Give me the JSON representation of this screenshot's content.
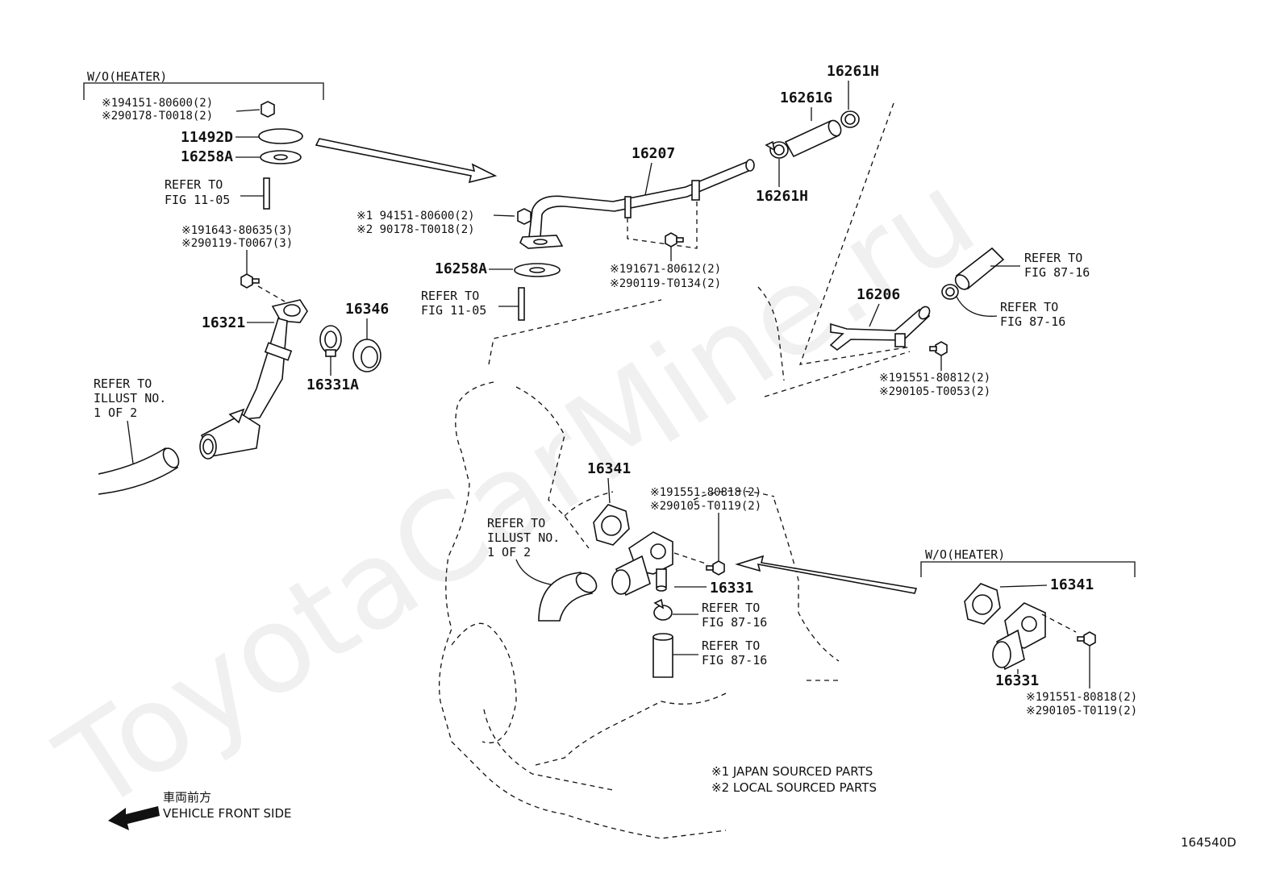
{
  "watermark": "ToyotaCarMine.ru",
  "figure_id": "164540D",
  "direction": {
    "jp": "車両前方",
    "en": "VEHICLE FRONT SIDE"
  },
  "legend": {
    "note1": "※1 JAPAN SOURCED PARTS",
    "note2": "※2 LOCAL SOURCED PARTS"
  },
  "wo_heater_1": "W/O(HEATER)",
  "wo_heater_2": "W/O(HEATER)",
  "parts": {
    "p16261H_top": "16261H",
    "p16261G": "16261G",
    "p16261H_bottom": "16261H",
    "p16207": "16207",
    "p11492D": "11492D",
    "p16258A_left": "16258A",
    "p16258A_mid": "16258A",
    "p16206": "16206",
    "p16321": "16321",
    "p16346": "16346",
    "p16331A": "16331A",
    "p16341_mid": "16341",
    "p16331_mid": "16331",
    "p16341_right": "16341",
    "p16331_right": "16331"
  },
  "codes": {
    "a1": "※194151-80600(2)",
    "a2": "※290178-T0018(2)",
    "b1": "※191643-80635(3)",
    "b2": "※290119-T0067(3)",
    "c1": "※1 94151-80600(2)",
    "c2": "※2 90178-T0018(2)",
    "d1": "※191671-80612(2)",
    "d2": "※290119-T0134(2)",
    "e1": "※191551-80812(2)",
    "e2": "※290105-T0053(2)",
    "f1": "※191551-80818(2)",
    "f2": "※290105-T0119(2)",
    "g1": "※191551-80818(2)",
    "g2": "※290105-T0119(2)"
  },
  "refs": {
    "r1a": "REFER TO",
    "r1b": "FIG 11-05",
    "r2a": "REFER TO",
    "r2b": "FIG 11-05",
    "r3a": "REFER TO",
    "r3b": "FIG 87-16",
    "r4a": "REFER TO",
    "r4b": "FIG 87-16",
    "r5a": "REFER TO",
    "r5b": "ILLUST NO.",
    "r5c": "1 OF 2",
    "r6a": "REFER TO",
    "r6b": "ILLUST NO.",
    "r6c": "1 OF 2",
    "r7a": "REFER TO",
    "r7b": "FIG 87-16",
    "r8a": "REFER TO",
    "r8b": "FIG 87-16"
  }
}
